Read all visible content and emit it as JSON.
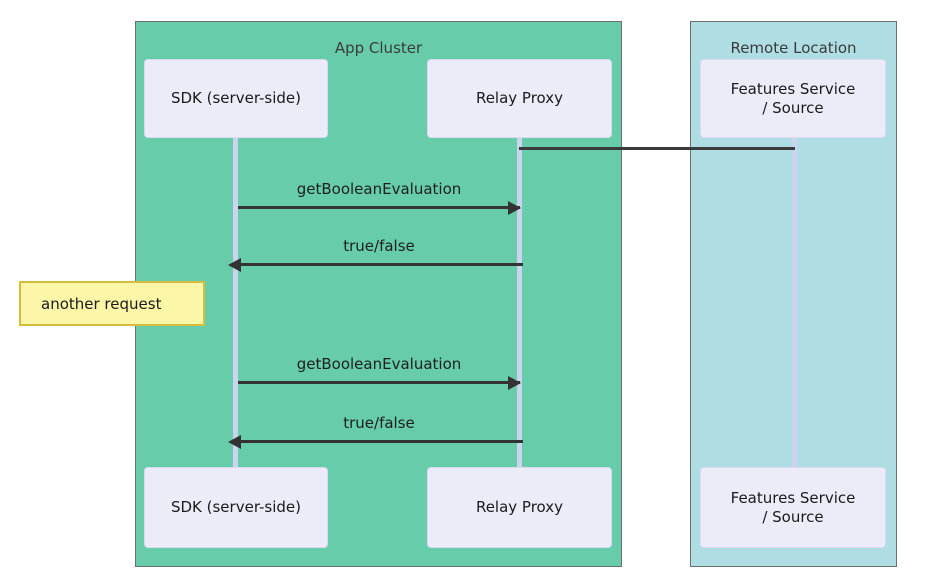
{
  "diagram": {
    "type": "sequence-diagram",
    "title": "",
    "groups": [
      {
        "id": "app-cluster",
        "label": "App Cluster",
        "color": "#67ccaa"
      },
      {
        "id": "remote-location",
        "label": "Remote Location",
        "color": "#aedde3"
      }
    ],
    "participants": [
      {
        "id": "sdk",
        "label": "SDK (server-side)",
        "group": "app-cluster"
      },
      {
        "id": "relay",
        "label": "Relay Proxy",
        "group": "app-cluster"
      },
      {
        "id": "features",
        "label": "Features Service / Source",
        "line1": "Features Service",
        "line2": "/ Source",
        "group": "remote-location"
      }
    ],
    "messages": [
      {
        "id": "m1",
        "from": "sdk",
        "to": "relay",
        "label": "getBooleanEvaluation",
        "direction": "right"
      },
      {
        "id": "m2",
        "from": "relay",
        "to": "sdk",
        "label": "true/false",
        "direction": "left"
      },
      {
        "id": "m3",
        "from": "sdk",
        "to": "relay",
        "label": "getBooleanEvaluation",
        "direction": "right"
      },
      {
        "id": "m4",
        "from": "relay",
        "to": "sdk",
        "label": "true/false",
        "direction": "left"
      }
    ],
    "connectors": [
      {
        "id": "relay-features-link",
        "from": "relay",
        "to": "features",
        "label": ""
      }
    ],
    "notes": [
      {
        "id": "note-another-request",
        "text": "another request",
        "fill": "#fcf6a8",
        "border": "#d4bc3e"
      }
    ],
    "colors": {
      "participant_fill": "#ececf9",
      "lifeline": "#cdd2ef",
      "message_line": "#333333",
      "group_border": "#6f6f6f",
      "background": "#ffffff"
    }
  }
}
